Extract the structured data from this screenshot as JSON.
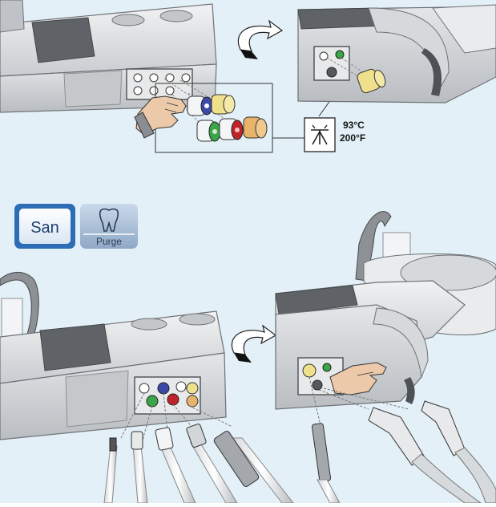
{
  "panel_top": {
    "temperature_c": "93°C",
    "temperature_f": "200°F"
  },
  "buttons": {
    "san_label": "San",
    "purge_label": "Purge"
  },
  "colors": {
    "background": "#e3f0f8",
    "button_blue": "#2d6db5",
    "coupler_yellow": "#efe08c",
    "coupler_orange": "#e8b36a",
    "coupler_green": "#3aa64a",
    "coupler_red": "#c0242b",
    "coupler_blue": "#3c49a8",
    "unit_gray": "#cfd2d5",
    "unit_dark": "#5a5d61"
  },
  "icons": {
    "thermo_disinfection": "sterilize-icon",
    "purge": "tooth-icon",
    "rotate": "rotate-arrow-icon",
    "hand": "hand-icon"
  }
}
